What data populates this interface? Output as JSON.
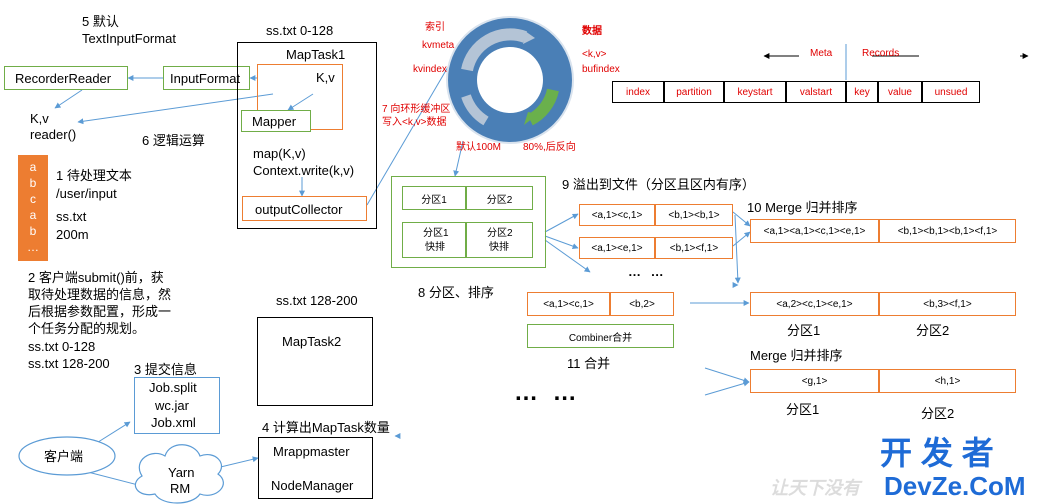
{
  "labels": {
    "step5": "5 默认",
    "step5_format": "TextInputFormat",
    "file_split1": "ss.txt 0-128",
    "maptask1": "MapTask1",
    "recorder_reader": "RecorderReader",
    "input_format": "InputFormat",
    "kv": "K,v",
    "kv2": "K,v",
    "reader_call": "reader()",
    "mapper": "Mapper",
    "step6": "6 逻辑运算",
    "map_call": "map(K,v)",
    "context_write": "Context.write(k,v)",
    "output_collector": "outputCollector",
    "step1": "1 待处理文本",
    "input_path": "/user/input",
    "input_file": "ss.txt",
    "input_size": "200m",
    "file_letters": [
      "a",
      "b",
      "c",
      "a",
      "b",
      "…"
    ],
    "step2_lines": [
      "2 客户端submit()前，获",
      "取待处理数据的信息，然",
      "后根据参数配置，形成一",
      "个任务分配的规划。"
    ],
    "split_line1": "ss.txt  0-128",
    "split_line2": "ss.txt  128-200",
    "step3": "3 提交信息",
    "job_files": [
      "Job.split",
      "wc.jar",
      "Job.xml"
    ],
    "client": "客户端",
    "yarn_line1": "Yarn",
    "yarn_line2": "RM",
    "file_split2": "ss.txt 128-200",
    "maptask2": "MapTask2",
    "step4": "4 计算出MapTask数量",
    "mrappmaster": "Mrappmaster",
    "nodemanager": "NodeManager",
    "index_label": "索引",
    "kvmeta": "kvmeta",
    "kvindex": "kvindex",
    "data_label": "数据",
    "kv_angle": "<k,v>",
    "bufindex": "bufindex",
    "step7_line1": "7 向环形缓冲区",
    "step7_line2": "写入<k,v>数据",
    "default_100m": "默认100M",
    "reverse_80": "80%,后反向",
    "meta": "Meta",
    "records": "Records",
    "meta_cells": [
      "index",
      "partition",
      "keystart",
      "valstart",
      "key",
      "value",
      "unsued"
    ],
    "partitions_top": [
      "分区1",
      "分区2"
    ],
    "partitions_bottom": [
      [
        "分区1",
        "快排"
      ],
      [
        "分区2",
        "快排"
      ]
    ],
    "step8": "8 分区、排序",
    "step9": "9 溢出到文件（分区且区内有序）",
    "spill1": [
      "<a,1><c,1>",
      "<b,1><b,1>"
    ],
    "spill2": [
      "<a,1><e,1>",
      "<b,1><f,1>"
    ],
    "dots_small": "… …",
    "step10": "10 Merge 归并排序",
    "merge1": [
      "<a,1><a,1><c,1><e,1>",
      "<b,1><b,1><b,1><f,1>"
    ],
    "combine_in": [
      "<a,1><c,1>",
      "<b,2>"
    ],
    "combiner": "Combiner合并",
    "step11": "11 合并",
    "dots_big": "… …",
    "combined": [
      "<a,2><c,1><e,1>",
      "<b,3><f,1>"
    ],
    "part_labels1": [
      "分区1",
      "分区2"
    ],
    "merge_title2": "Merge 归并排序",
    "final_cells": [
      "<g,1>",
      "<h,1>"
    ],
    "part_labels2": [
      "分区1",
      "分区2"
    ],
    "watermark_line1": "开 发 者",
    "watermark_line2": "DevZe.CoM",
    "watermark_faint": "让天下没有"
  }
}
